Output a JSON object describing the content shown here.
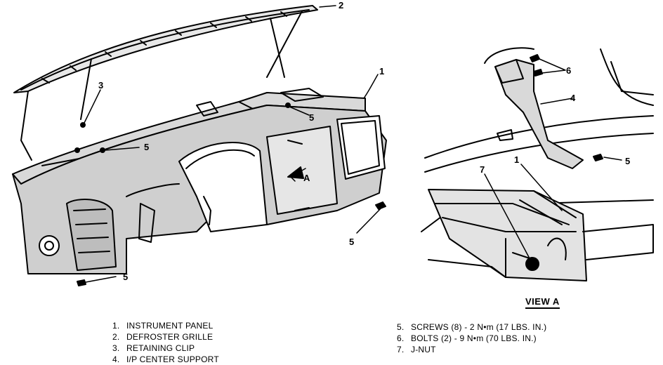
{
  "callouts": {
    "main_1": "1",
    "main_2": "2",
    "main_3": "3",
    "main_5_top": "5",
    "main_5_left": "5",
    "main_5_right": "5",
    "main_5_bottom": "5",
    "view_arrow": "A",
    "viewA_1": "1",
    "viewA_4": "4",
    "viewA_5": "5",
    "viewA_6": "6",
    "viewA_7": "7"
  },
  "view_title": "VIEW A",
  "legend_left": [
    {
      "num": "1.",
      "label": "INSTRUMENT PANEL"
    },
    {
      "num": "2.",
      "label": "DEFROSTER GRILLE"
    },
    {
      "num": "3.",
      "label": "RETAINING CLIP"
    },
    {
      "num": "4.",
      "label": "I/P CENTER SUPPORT"
    }
  ],
  "legend_right": [
    {
      "num": "5.",
      "label": "SCREWS (8) - 2 N•m (17 LBS. IN.)"
    },
    {
      "num": "6.",
      "label": "BOLTS (2) - 9 N•m (70 LBS. IN.)"
    },
    {
      "num": "7.",
      "label": "J-NUT"
    }
  ]
}
